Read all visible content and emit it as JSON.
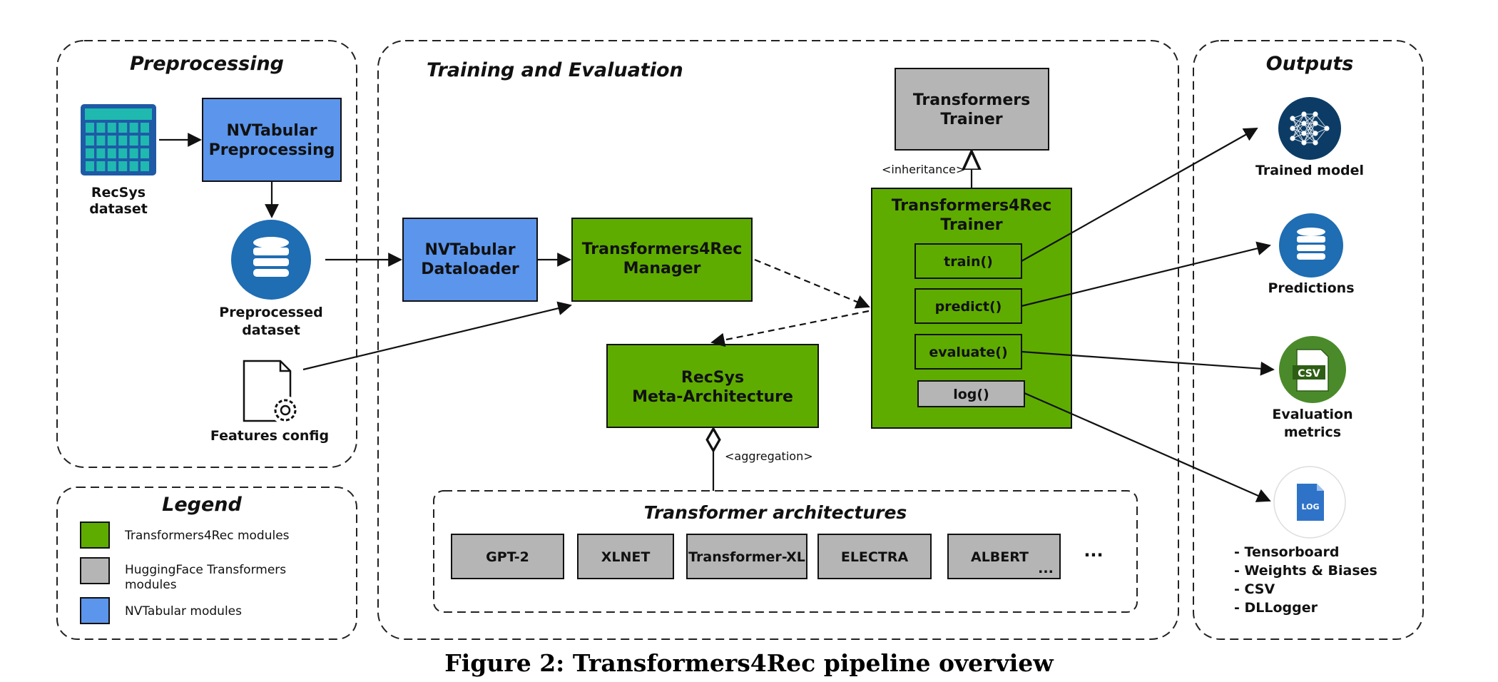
{
  "colors": {
    "green": "#5fac00",
    "gray": "#b5b5b5",
    "blue": "#5b95ec",
    "icon_navy": "#0c3c66",
    "icon_blue": "#1f6db3",
    "icon_green": "#4a8a2a",
    "icon_teal": "#1fb9b0"
  },
  "sections": {
    "preprocessing": "Preprocessing",
    "training": "Training and Evaluation",
    "outputs": "Outputs",
    "legend": "Legend",
    "transformer_architectures": "Transformer architectures"
  },
  "nodes": {
    "nvtabular_preprocessing": [
      "NVTabular",
      "Preprocessing"
    ],
    "nvtabular_dataloader": [
      "NVTabular",
      "Dataloader"
    ],
    "t4r_manager": [
      "Transformers4Rec",
      "Manager"
    ],
    "recsys_meta": [
      "RecSys",
      "Meta-Architecture"
    ],
    "transformers_trainer": [
      "Transformers",
      "Trainer"
    ],
    "t4r_trainer": [
      "Transformers4Rec",
      "Trainer"
    ]
  },
  "methods": [
    "train()",
    "predict()",
    "evaluate()",
    "log()"
  ],
  "architectures": [
    "GPT-2",
    "XLNET",
    "Transformer-XL",
    "ELECTRA",
    "ALBERT"
  ],
  "architectures_more": "...",
  "albert_more": "...",
  "icons": {
    "recsys_dataset": [
      "RecSys",
      "dataset"
    ],
    "preprocessed_dataset": [
      "Preprocessed",
      "dataset"
    ],
    "features_config": "Features config",
    "trained_model": "Trained model",
    "predictions": "Predictions",
    "evaluation_metrics": [
      "Evaluation",
      "metrics"
    ],
    "csv_badge": "CSV",
    "log_badge": "LOG"
  },
  "relations": {
    "inheritance": "<inheritance>",
    "aggregation": "<aggregation>"
  },
  "log_outputs": [
    "- Tensorboard",
    "- Weights & Biases",
    "- CSV",
    "- DLLogger"
  ],
  "legend": [
    {
      "label": [
        "Transformers4Rec modules"
      ]
    },
    {
      "label": [
        "HuggingFace Transformers",
        "modules"
      ]
    },
    {
      "label": [
        "NVTabular modules"
      ]
    }
  ],
  "caption": "Figure 2: Transformers4Rec pipeline overview"
}
